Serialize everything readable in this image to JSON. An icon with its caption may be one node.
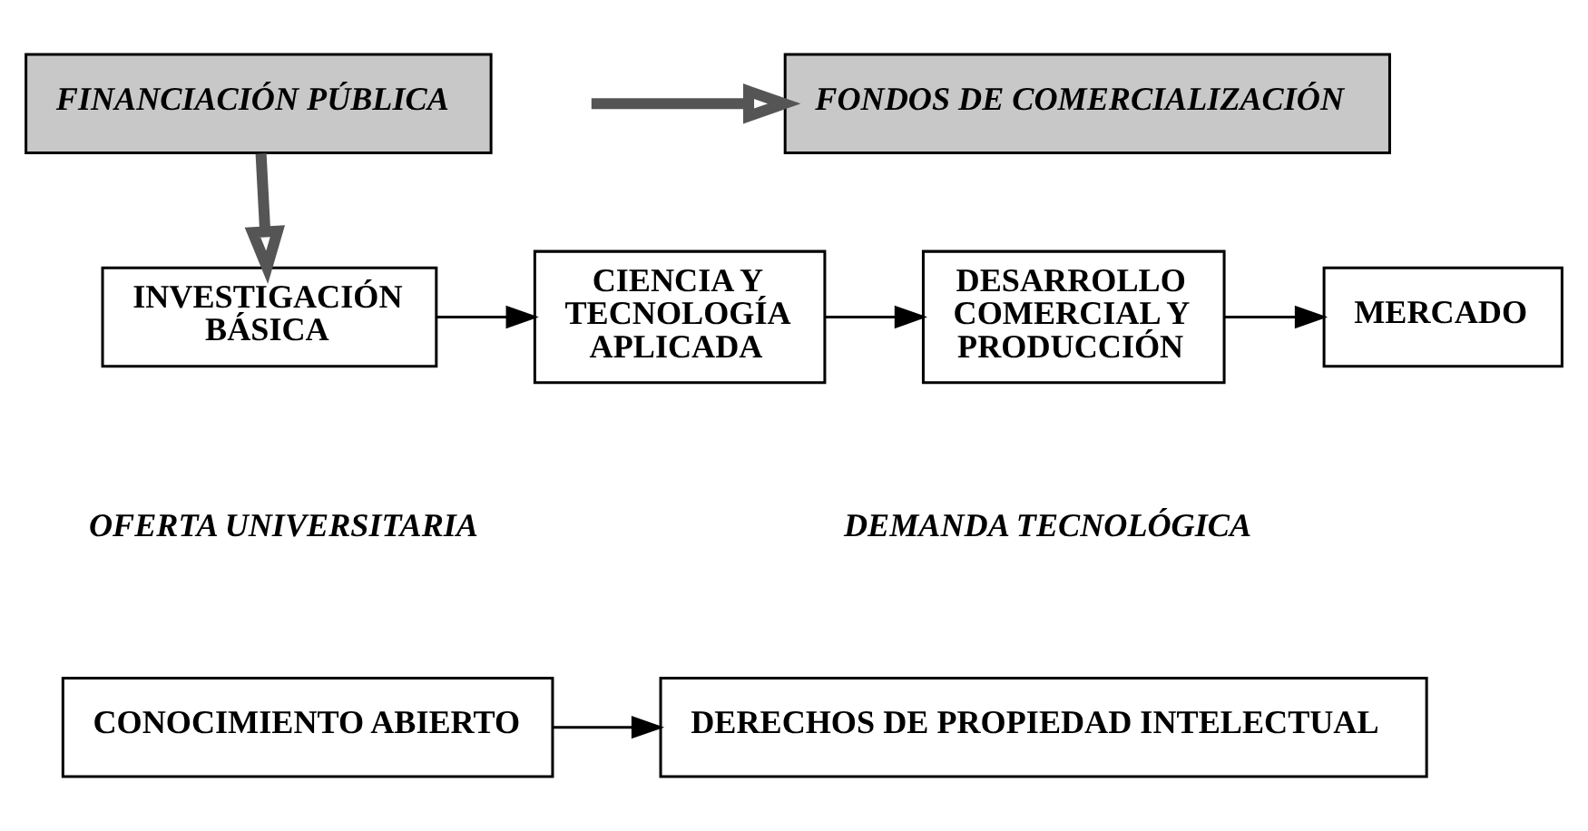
{
  "diagram": {
    "nodes": [
      {
        "text": [
          "FINANCIACIÓN PÚBLICA"
        ]
      },
      {
        "text": [
          "FONDOS DE COMERCIALIZACIÓN"
        ]
      },
      {
        "text": [
          "INVESTIGACIÓN BÁSICA"
        ]
      },
      {
        "text": [
          "CIENCIA Y TECNOLOGÍA APLICADA"
        ]
      },
      {
        "text": [
          "DESARROLLO COMERCIAL Y PRODUCCIÓN"
        ]
      },
      {
        "text": [
          "MERCADO"
        ]
      },
      {
        "text": [
          "CONOCIMIENTO ABIERTO"
        ]
      },
      {
        "text": [
          "DERECHOS DE PROPIEDAD INTELECTUAL"
        ]
      }
    ],
    "edges": [
      {
        "from": 0,
        "to": 2,
        "arrow": "to",
        "style": "thick"
      },
      {
        "from": null,
        "to": 1,
        "arrow": "to",
        "style": "thick"
      },
      {
        "from": 2,
        "to": 3,
        "arrow": "to"
      },
      {
        "from": 3,
        "to": 4,
        "arrow": "to"
      },
      {
        "from": 4,
        "to": 5,
        "arrow": "to"
      },
      {
        "from": 6,
        "to": 7,
        "arrow": "to"
      }
    ],
    "labels": [
      "OFERTA UNIVERSITARIA",
      "DEMANDA TECNOLÓGICA"
    ]
  }
}
